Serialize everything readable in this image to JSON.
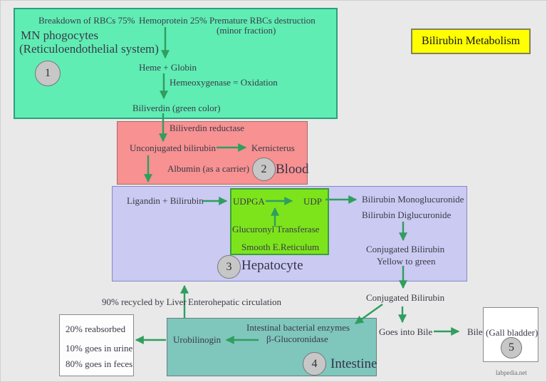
{
  "colors": {
    "background": "#e9e9e9",
    "res_box": "#5fedb4",
    "blood_box": "#f79192",
    "hepatocyte_box": "#cacaf2",
    "udpga_box": "#7de41c",
    "intestine_box": "#7fc6bd",
    "title_box": "#ffff00",
    "arrow": "#2f9e5f",
    "step_circle": "#c7c7c7"
  },
  "title_box": {
    "label": "Bilirubin Metabolism"
  },
  "res": {
    "step": "1",
    "breakdown": "Breakdown of RBCs 75%",
    "hemoprotein": "Hemoprotein 25%",
    "premature": "Premature RBCs destruction",
    "minor_fraction": "(minor fraction)",
    "title": "MN phogocytes",
    "subtitle": "(Reticuloendothelial system)",
    "heme_globin": "Heme + Globin",
    "hemeoxygenase": "Hemeoxygenase = Oxidation",
    "biliverdin": "Biliverdin (green color)"
  },
  "blood": {
    "step": "2",
    "name": "Blood",
    "biliverdin_reductase": "Biliverdin reductase",
    "unconjugated": "Unconjugated bilirubin",
    "kernicterus": "Kernicterus",
    "albumin": "Albumin (as a carrier)"
  },
  "hepatocyte": {
    "step": "3",
    "name": "Hepatocyte",
    "ligandin": "Ligandin + Bilirubin",
    "udpga": "UDPGA",
    "udp": "UDP",
    "transferase": "Glucuronyl Transferase",
    "reticulum": "Smooth E.Reticulum",
    "monoglucuronide": "Bilirubin Monoglucuronide",
    "diglucuronide": "Bilirubin Diglucuronide",
    "conjugated": "Conjugated Bilirubin",
    "yellow_to_green": "Yellow to green"
  },
  "circulation": {
    "recycled": "90% recycled by Liver",
    "enterohepatic": "Enterohepatic circulation",
    "conjugated": "Conjugated Bilirubin",
    "goes_into_bile": "Goes into Bile",
    "bile": "Bile"
  },
  "intestine": {
    "step": "4",
    "name": "Intestine",
    "bacterial_enzymes": "Intestinal bacterial enzymes",
    "urobilinogen": "Urobilinogin",
    "glucuronidase": "β-Glucoronidase"
  },
  "stats": {
    "reabsorbed": "20% reabsorbed",
    "urine": "10% goes in urine",
    "feces": "80% goes in feces"
  },
  "gallbladder": {
    "step": "5",
    "label": "(Gall bladder)"
  },
  "watermark": "labpedia.net"
}
